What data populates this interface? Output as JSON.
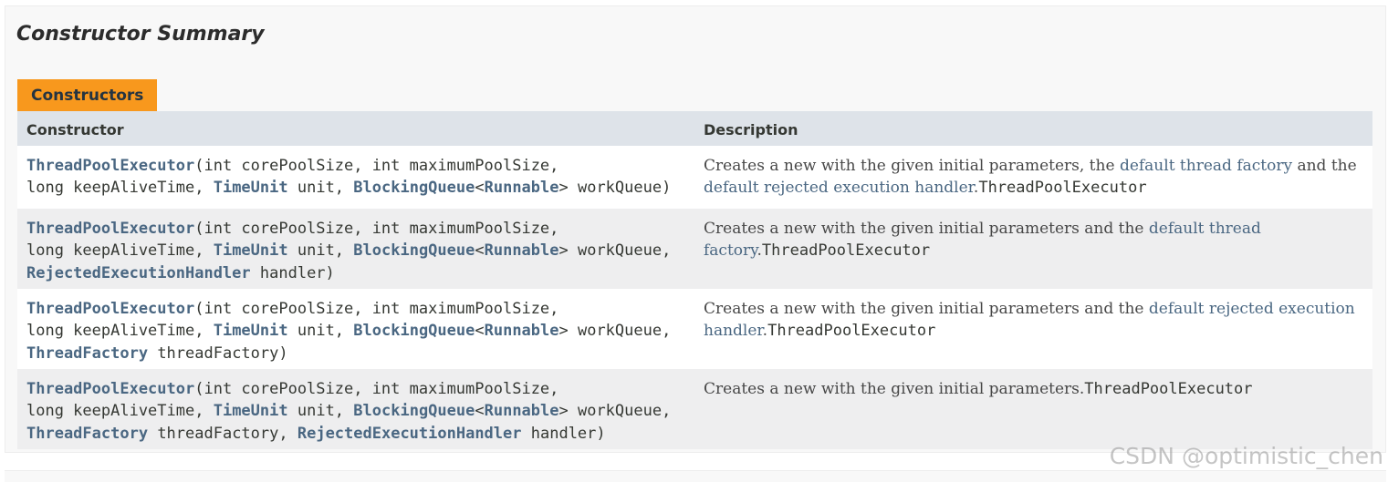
{
  "section": {
    "title": "Constructor Summary"
  },
  "tab": {
    "label": "Constructors"
  },
  "table": {
    "headers": {
      "constructor": "Constructor",
      "description": "Description"
    },
    "rows": [
      {
        "name": "ThreadPoolExecutor",
        "p1": "(int corePoolSize, int maximumPoolSize,",
        "p2": "long keepAliveTime,",
        "t_timeunit": "TimeUnit",
        "p3": "unit,",
        "t_bq": "BlockingQueue",
        "lt": "<",
        "t_runnable": "Runnable",
        "p4": "> workQueue)",
        "d1": "Creates a new with the given initial parameters, the",
        "link1": "default thread factory",
        "d2": "and the",
        "link2": "default rejected execution handler",
        "d3": ".",
        "code": "ThreadPoolExecutor"
      },
      {
        "name": "ThreadPoolExecutor",
        "p1": "(int corePoolSize, int maximumPoolSize,",
        "p2": "long keepAliveTime,",
        "t_timeunit": "TimeUnit",
        "p3": "unit,",
        "t_bq": "BlockingQueue",
        "lt": "<",
        "t_runnable": "Runnable",
        "p4": "> workQueue,",
        "t_extra": "RejectedExecutionHandler",
        "p5": "handler)",
        "d1": "Creates a new with the given initial parameters and the",
        "link1": "default thread factory",
        "d3": ".",
        "code": "ThreadPoolExecutor"
      },
      {
        "name": "ThreadPoolExecutor",
        "p1": "(int corePoolSize, int maximumPoolSize,",
        "p2": "long keepAliveTime,",
        "t_timeunit": "TimeUnit",
        "p3": "unit,",
        "t_bq": "BlockingQueue",
        "lt": "<",
        "t_runnable": "Runnable",
        "p4": "> workQueue,",
        "t_extra": "ThreadFactory",
        "p5": "threadFactory)",
        "d1": "Creates a new with the given initial parameters and the",
        "link1": "default rejected execution handler",
        "d3": ".",
        "code": "ThreadPoolExecutor"
      },
      {
        "name": "ThreadPoolExecutor",
        "p1": "(int corePoolSize, int maximumPoolSize,",
        "p2": "long keepAliveTime,",
        "t_timeunit": "TimeUnit",
        "p3": "unit,",
        "t_bq": "BlockingQueue",
        "lt": "<",
        "t_runnable": "Runnable",
        "p4": "> workQueue,",
        "t_extra": "ThreadFactory",
        "p5": "threadFactory,",
        "t_extra2": "RejectedExecutionHandler",
        "p6": "handler)",
        "d1": "Creates a new with the given initial parameters.",
        "code": "ThreadPoolExecutor"
      }
    ]
  },
  "watermark": "CSDN @optimistic_chen",
  "colors": {
    "tab": "#f8981d",
    "header": "#dee3e9",
    "link": "#4a6782",
    "row_alt": "#eeeeef"
  }
}
